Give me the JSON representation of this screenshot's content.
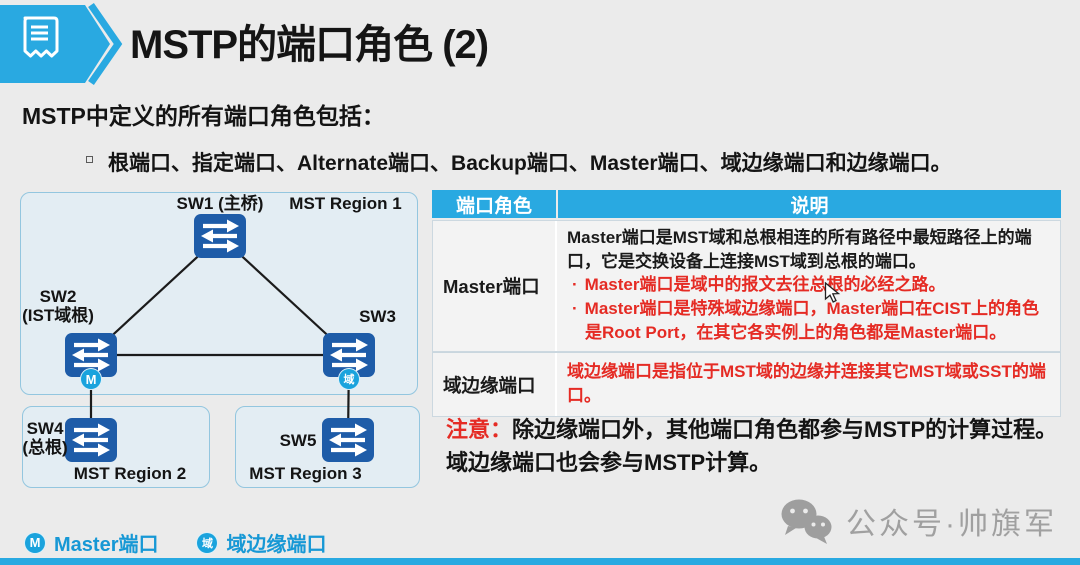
{
  "title": "MSTP的端口角色 (2)",
  "intro": "MSTP中定义的所有端口角色包括：",
  "bullet_item": "根端口、指定端口、Alternate端口、Backup端口、Master端口、域边缘端口和边缘端口。",
  "diagram": {
    "region1_label": "MST Region 1",
    "region2_label": "MST Region 2",
    "region3_label": "MST Region 3",
    "sw1_label": "SW1 (主桥)",
    "sw2_label": "SW2",
    "sw2_sublabel": "(IST域根)",
    "sw3_label": "SW3",
    "sw4_label": "SW4",
    "sw4_sublabel": "(总根)",
    "sw5_label": "SW5",
    "master_badge": "M",
    "region_edge_badge": "域"
  },
  "table": {
    "col1_header": "端口角色",
    "col2_header": "说明",
    "rows": [
      {
        "role": "Master端口",
        "desc": "Master端口是MST域和总根相连的所有路径中最短路径上的端口，它是交换设备上连接MST域到总根的端口。",
        "points": [
          "Master端口是域中的报文去往总根的必经之路。",
          "Master端口是特殊域边缘端口，Master端口在CIST上的角色是Root Port，在其它各实例上的角色都是Master端口。"
        ]
      },
      {
        "role": "域边缘端口",
        "desc_red": "域边缘端口是指位于MST域的边缘并连接其它MST域或SST的端口。"
      }
    ]
  },
  "note": {
    "label": "注意：",
    "line1": "除边缘端口外，其他端口角色都参与MSTP的计算过程。",
    "line2": "域边缘端口也会参与MSTP计算。"
  },
  "legend": [
    {
      "badge": "M",
      "label": "Master端口"
    },
    {
      "badge": "域",
      "label": "域边缘端口"
    }
  ],
  "watermark": "公众号·帅旗军",
  "colors": {
    "accent_blue": "#29a9e1",
    "switch_blue": "#1e5ca8",
    "badge_blue": "#1aa3dd",
    "red": "#e52b24",
    "legend_blue": "#1798d5",
    "region_fill": "#e3edf3",
    "region_border": "#93c6df",
    "watermark_gray": "#a0a0a0"
  }
}
